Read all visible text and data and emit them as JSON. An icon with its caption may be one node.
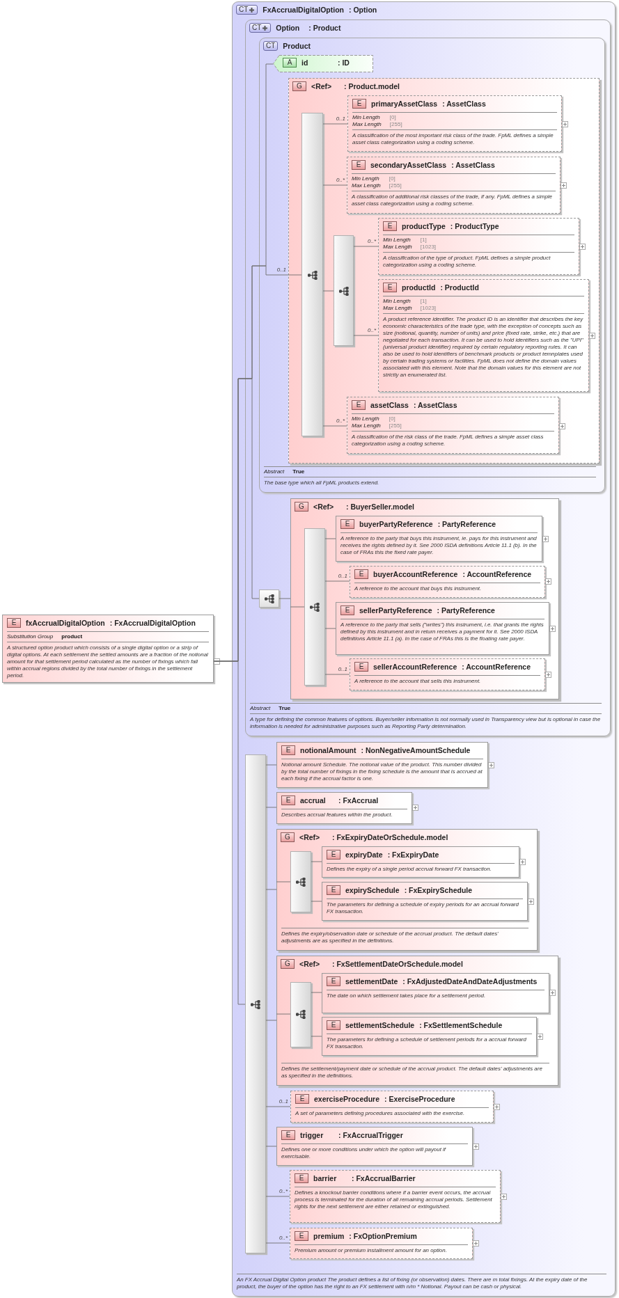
{
  "diagram": {
    "nodes": [
      {
        "text": [
          "E",
          "fxAccrualDigitalOption",
          ": FxAccrualDigitalOption",
          "Substitution Group",
          "product",
          "A structured option product which consists of a single digital option or a strip of digital options. At each settlement the settled amounts are a fraction of the notional amount for that settlement period calculated as the number of fixings which fall within accrual regions divided by the total number of fixings in the settlement period."
        ]
      },
      {
        "text": [
          "CT",
          "FxAccrualDigitalOption",
          ": Option",
          "An FX Accrual Digital Option product The product defines a list of fixing (or observation) dates. There are m total fixings. At the expiry date of the product, the buyer of the option has the right to an FX settlement with n/m * Notional. Payout can be cash or physical."
        ]
      },
      {
        "in": 1,
        "text": [
          "CT",
          "Option",
          ": Product",
          "Abstract",
          "True",
          "A type for defining the common features of options. Buyer/seller information is not normally used in Transparency view but is optional in case the information is needed for administrative purposes such as Reporting Party determination."
        ]
      },
      {
        "in": 2,
        "text": [
          "CT",
          "Product",
          "Abstract",
          "True",
          "The base type which all FpML products extend."
        ]
      },
      {
        "in": 3,
        "text": [
          "A",
          "id",
          ": ID"
        ]
      },
      {
        "in": 3,
        "text": [
          "G",
          "<Ref>",
          ": Product.model"
        ]
      },
      {
        "in": 5,
        "text": [],
        "shape": "bar"
      },
      {
        "in": 5,
        "text": [
          "E",
          "primaryAssetClass",
          ": AssetClass",
          "Min Length",
          "[0]",
          "Max Length",
          "[255]",
          "A classification of the most important risk class of the trade. FpML defines a simple asset class categorization using a coding scheme."
        ]
      },
      {
        "in": 5,
        "text": [
          "E",
          "secondaryAssetClass",
          ": AssetClass",
          "Min Length",
          "[0]",
          "Max Length",
          "[255]",
          "A classification of additional risk classes of the trade, if any. FpML defines a simple asset class categorization using a coding scheme."
        ]
      },
      {
        "in": 5,
        "text": [],
        "shape": "bar"
      },
      {
        "in": 5,
        "text": [
          "E",
          "productType",
          ": ProductType",
          "Min Length",
          "[1]",
          "Max Length",
          "[1023]",
          "A classification of the type of product. FpML defines a simple product categorization using a coding scheme."
        ]
      },
      {
        "in": 5,
        "text": [
          "E",
          "productId",
          ": ProductId",
          "Min Length",
          "[1]",
          "Max Length",
          "[1023]",
          "A product reference identifier. The product ID is an identifier that describes the key economic characteristics of the trade type, with the exception of concepts such as size (notional, quantity, number of units) and price (fixed rate, strike, etc.) that are negotiated for each transaction. It can be used to hold identifiers such as the \"UPI\" (universal product identifier) required by certain regulatory reporting rules. It can also be used to hold identifiers of benchmark products or product temnplates used by certain trading systems or facilities. FpML does not define the domain values associated with this element. Note that the domain values for this element are not strictly an enumerated list."
        ]
      },
      {
        "in": 5,
        "text": [
          "E",
          "assetClass",
          ": AssetClass",
          "Min Length",
          "[0]",
          "Max Length",
          "[255]",
          "A classification of the risk class of the trade. FpML defines a simple asset class categorization using a coding scheme."
        ]
      },
      {
        "in": 2,
        "text": [],
        "shape": "box"
      },
      {
        "in": 2,
        "text": [
          "G",
          "<Ref>",
          ": BuyerSeller.model"
        ]
      },
      {
        "in": 14,
        "text": [],
        "shape": "bar"
      },
      {
        "in": 14,
        "text": [
          "E",
          "buyerPartyReference",
          ": PartyReference",
          "A reference to the party that buys this instrument, ie. pays for this instrument and receives the rights defined by it. See 2000 ISDA definitions Article 11.1 (b). In the case of FRAs this the fixed rate payer."
        ]
      },
      {
        "in": 14,
        "text": [
          "E",
          "buyerAccountReference",
          ": AccountReference",
          "A reference to the account that buys this instrument."
        ]
      },
      {
        "in": 14,
        "text": [
          "E",
          "sellerPartyReference",
          ": PartyReference",
          "A reference to the party that sells (\"writes\") this instrument, i.e. that grants the rights defined by this instrument and in return receives a payment for it. See 2000 ISDA definitions Article 11.1 (a). In the case of FRAs this is the floating rate payer."
        ]
      },
      {
        "in": 14,
        "text": [
          "E",
          "sellerAccountReference",
          ": AccountReference",
          "A reference to the account that sells this instrument."
        ]
      },
      {
        "in": 1,
        "text": [],
        "shape": "bar"
      },
      {
        "in": 1,
        "text": [
          "E",
          "notionalAmount",
          ": NonNegativeAmountSchedule",
          "Notional amount Schedule. The notional value of the product. This number divided by the total number of fixings in the fixing schedule is the amount that is accrued at each fixing if the accrual factor is one."
        ]
      },
      {
        "in": 1,
        "text": [
          "E",
          "accrual",
          ": FxAccrual",
          "Describes accrual features within the product."
        ]
      },
      {
        "in": 1,
        "text": [
          "G",
          "<Ref>",
          ": FxExpiryDateOrSchedule.model",
          "Defines the expiry/observation date or schedule of the accrual product. The default dates' adjustments are as specified in the definitions."
        ]
      },
      {
        "in": 23,
        "text": [],
        "shape": "bar"
      },
      {
        "in": 23,
        "text": [
          "E",
          "expiryDate",
          ": FxExpiryDate",
          "Defines the expiry of a single period accrual forward FX transaction."
        ]
      },
      {
        "in": 23,
        "text": [
          "E",
          "expirySchedule",
          ": FxExpirySchedule",
          "The parameters for defining a schedule of expiry periods for an accrual forward FX transaction."
        ]
      },
      {
        "in": 1,
        "text": [
          "G",
          "<Ref>",
          ": FxSettlementDateOrSchedule.model",
          "Defines the settlement/payment date or schedule of the accrual product. The default dates' adjustments are as specified in the definitions."
        ]
      },
      {
        "in": 27,
        "text": [],
        "shape": "bar"
      },
      {
        "in": 27,
        "text": [
          "E",
          "settlementDate",
          ": FxAdjustedDateAndDateAdjustments",
          "The date on which settlement takes place for a settlement period."
        ]
      },
      {
        "in": 27,
        "text": [
          "E",
          "settlementSchedule",
          ": FxSettlementSchedule",
          "The parameters for defining a schedule of settlement periods for a accrual forward FX transaction."
        ]
      },
      {
        "in": 1,
        "text": [
          "E",
          "exerciseProcedure",
          ": ExerciseProcedure",
          "A set of parameters defining procedures associated with the exercise."
        ]
      },
      {
        "in": 1,
        "text": [
          "E",
          "trigger",
          ": FxAccrualTrigger",
          "Defines one or more conditions under which the option will payout if exercisable."
        ]
      },
      {
        "in": 1,
        "text": [
          "E",
          "barrier",
          ": FxAccrualBarrier",
          "Defines a knockout barrier conditions where if a barrier event occurs, the accrual process is terminated for the duration of all remaining accrual periods. Settlement rights for the next settlement are either retained or extinguished."
        ]
      },
      {
        "in": 1,
        "text": [
          "E",
          "premium",
          ": FxOptionPremium",
          "Premium amount or premium installment amount for an option."
        ]
      }
    ],
    "edges": [
      {
        "from": 0,
        "to": 4,
        "arrow": "none"
      },
      {
        "from": 0,
        "to": 5,
        "arrow": "none",
        "label": "0..1"
      },
      {
        "from": 0,
        "to": 13,
        "arrow": "none"
      },
      {
        "from": 0,
        "to": 20,
        "arrow": "none"
      },
      {
        "from": 5,
        "to": 6,
        "arrow": "none"
      },
      {
        "from": 6,
        "to": 7,
        "arrow": "none",
        "label": "0..1"
      },
      {
        "from": 6,
        "to": 8,
        "arrow": "none",
        "label": "0..*"
      },
      {
        "from": 6,
        "to": 9,
        "arrow": "none"
      },
      {
        "from": 9,
        "to": 10,
        "arrow": "none",
        "label": "0..*"
      },
      {
        "from": 9,
        "to": 11,
        "arrow": "none",
        "label": "0..*"
      },
      {
        "from": 6,
        "to": 12,
        "arrow": "none",
        "label": "0..*"
      },
      {
        "from": 13,
        "to": 14,
        "arrow": "none"
      },
      {
        "from": 14,
        "to": 15,
        "arrow": "none"
      },
      {
        "from": 15,
        "to": 16,
        "arrow": "none"
      },
      {
        "from": 15,
        "to": 17,
        "arrow": "none",
        "label": "0..1"
      },
      {
        "from": 15,
        "to": 18,
        "arrow": "none"
      },
      {
        "from": 15,
        "to": 19,
        "arrow": "none",
        "label": "0..1"
      },
      {
        "from": 20,
        "to": 21,
        "arrow": "none"
      },
      {
        "from": 20,
        "to": 22,
        "arrow": "none"
      },
      {
        "from": 20,
        "to": 23,
        "arrow": "none"
      },
      {
        "from": 23,
        "to": 24,
        "arrow": "none"
      },
      {
        "from": 24,
        "to": 25,
        "arrow": "none"
      },
      {
        "from": 24,
        "to": 26,
        "arrow": "none"
      },
      {
        "from": 20,
        "to": 27,
        "arrow": "none"
      },
      {
        "from": 27,
        "to": 28,
        "arrow": "none"
      },
      {
        "from": 28,
        "to": 29,
        "arrow": "none"
      },
      {
        "from": 28,
        "to": 30,
        "arrow": "none"
      },
      {
        "from": 20,
        "to": 31,
        "arrow": "none",
        "label": "0..1"
      },
      {
        "from": 20,
        "to": 32,
        "arrow": "none"
      },
      {
        "from": 20,
        "to": 33,
        "arrow": "none",
        "label": "0..*"
      },
      {
        "from": 20,
        "to": 34,
        "arrow": "none",
        "label": "0..*"
      }
    ]
  }
}
